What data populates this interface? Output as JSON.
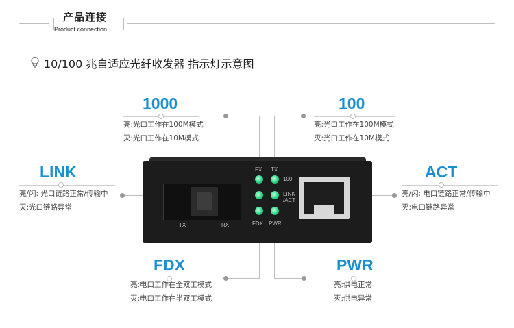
{
  "header": {
    "title": "产品连接",
    "subtitle": "Product connection"
  },
  "diagram_title": "10/100 兆自适应光纤收发器 指示灯示意图",
  "labels": {
    "l1000": {
      "name": "1000",
      "line1": "亮:光口工作在100M模式",
      "line2": "灭:光口工作在10M模式"
    },
    "l100": {
      "name": "100",
      "line1": "亮:光口工作在100M模式",
      "line2": "灭:光口工作在10M模式"
    },
    "link": {
      "name": "LINK",
      "line1": "亮/闪: 光口链路正常/传输中",
      "line2": "灭:光口链路异常"
    },
    "act": {
      "name": "ACT",
      "line1": "亮/闪: 电口链路正常/传输中",
      "line2": "灭:电口链路异常"
    },
    "fdx": {
      "name": "FDX",
      "line1": "亮:电口工作在全双工模式",
      "line2": "灭:电口工作在半双工模式"
    },
    "pwr": {
      "name": "PWR",
      "line1": "亮:供电正常",
      "line2": "灭:供电异常"
    }
  },
  "device": {
    "fx": "FX",
    "tx_top": "TX",
    "speed": "100",
    "link_act_1": "LINK",
    "link_act_2": "/ACT",
    "fdx": "FDX",
    "pwr": "PWR",
    "port_tx": "TX",
    "port_rx": "RX"
  },
  "colors": {
    "accent": "#1a8fd0",
    "led": "#33d98a"
  }
}
